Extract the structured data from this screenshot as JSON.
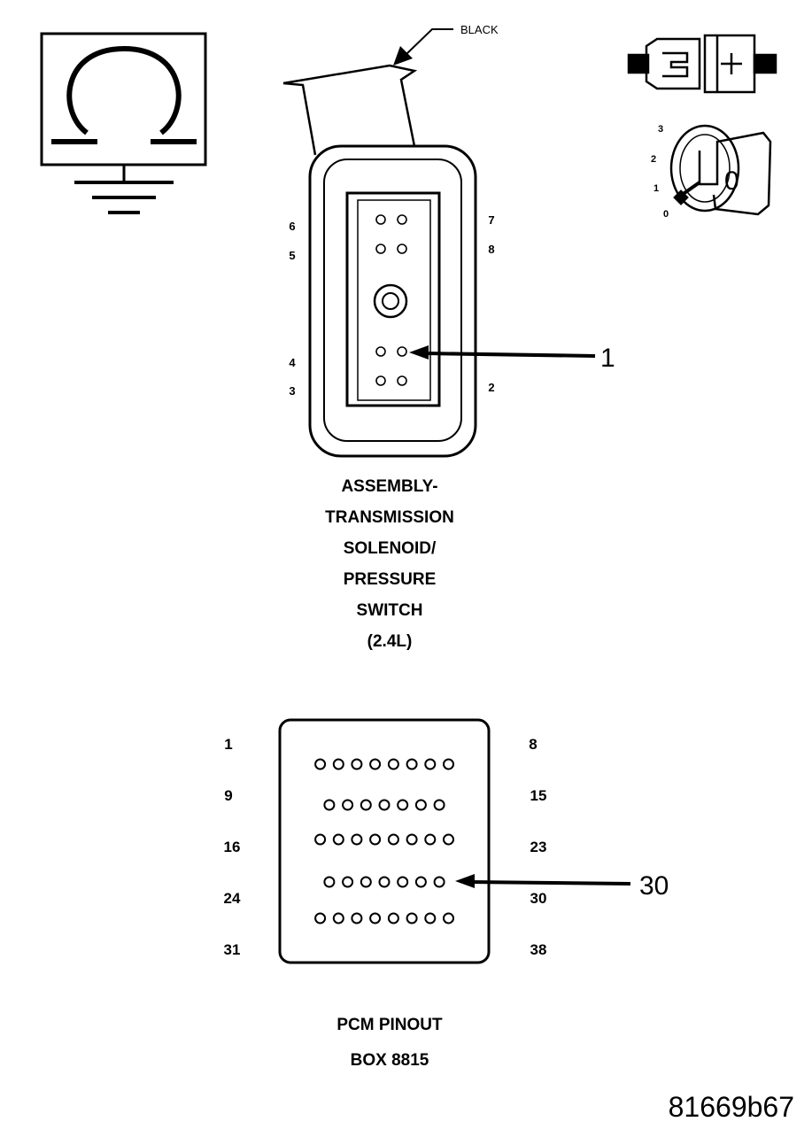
{
  "wire_color_label": "BLACK",
  "solenoid_connector": {
    "caption_lines": [
      "ASSEMBLY-",
      "TRANSMISSION",
      "SOLENOID/",
      "PRESSURE",
      "SWITCH",
      "(2.4L)"
    ],
    "pin_labels_left": [
      "6",
      "5",
      "4",
      "3"
    ],
    "pin_labels_right": [
      "7",
      "8",
      "2"
    ],
    "callout": "1"
  },
  "ignition_switch": {
    "positions": [
      "3",
      "2",
      "1",
      "0"
    ],
    "key_label": "0"
  },
  "pcm_connector": {
    "caption_lines": [
      "PCM PINOUT",
      "BOX 8815"
    ],
    "row_labels_left": [
      "1",
      "9",
      "16",
      "24",
      "31"
    ],
    "row_labels_right": [
      "8",
      "15",
      "23",
      "30",
      "38"
    ],
    "row_pin_counts": [
      8,
      7,
      8,
      7,
      8
    ],
    "callout": "30"
  },
  "figure_id": "81669b67",
  "icons": [
    "ohmmeter-icon",
    "ground-icon",
    "connector-icon",
    "ignition-key-icon"
  ]
}
